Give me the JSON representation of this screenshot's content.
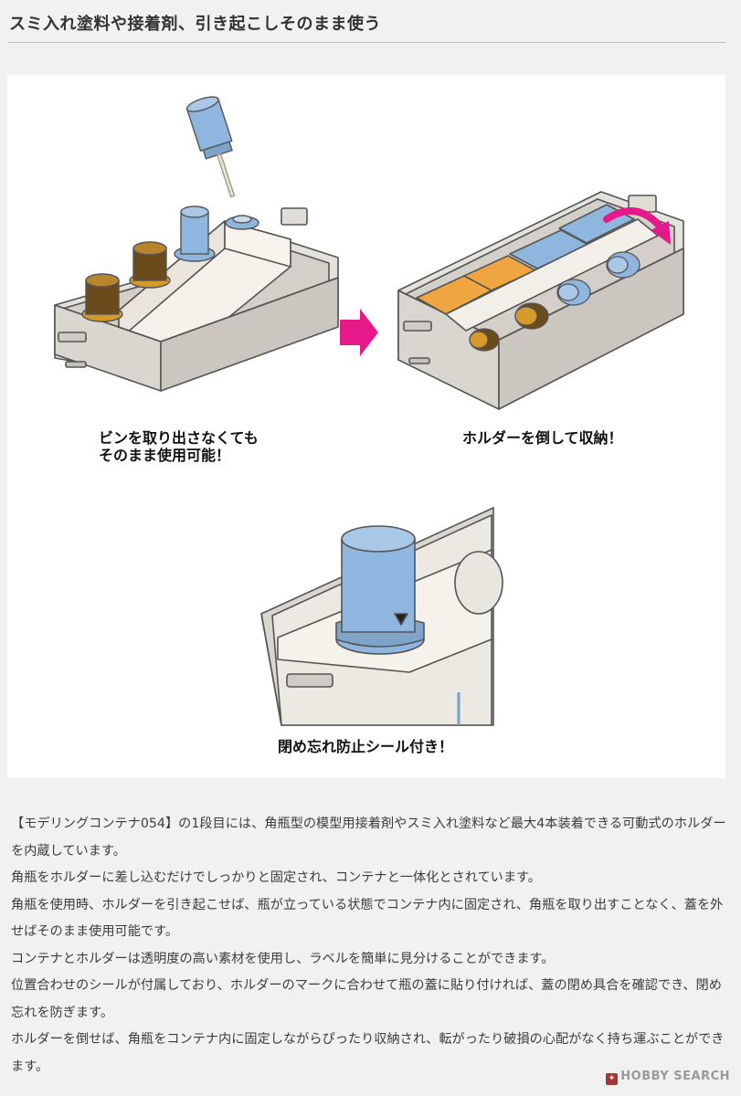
{
  "heading": "スミ入れ塗料や接着剤、引き起こしそのまま使う",
  "illustration": {
    "caption_left_line1": "ビンを取り出さなくても",
    "caption_left_line2": "そのまま使用可能！",
    "caption_right": "ホルダーを倒して収納！",
    "caption_bottom": "閉め忘れ防止シール付き！",
    "icons": [
      "container-icon",
      "bottle-icon",
      "arrow-right-icon",
      "rotate-arrow-icon"
    ],
    "colors": {
      "bottle_blue": "#8fb6de",
      "cap_orange": "#d49a2a",
      "arrow_magenta": "#e6198a",
      "container_gray": "#d9d6d0"
    }
  },
  "body": {
    "paragraphs": [
      "【モデリングコンテナ054】の1段目には、角瓶型の模型用接着剤やスミ入れ塗料など最大4本装着できる可動式のホルダーを内蔵しています。",
      "角瓶をホルダーに差し込むだけでしっかりと固定され、コンテナと一体化とされています。",
      "角瓶を使用時、ホルダーを引き起こせば、瓶が立っている状態でコンテナ内に固定され、角瓶を取り出すことなく、蓋を外せばそのまま使用可能です。",
      "コンテナとホルダーは透明度の高い素材を使用し、ラベルを簡単に見分けることができます。",
      "位置合わせのシールが付属しており、ホルダーのマークに合わせて瓶の蓋に貼り付ければ、蓋の閉め具合を確認でき、閉め忘れを防ぎます。",
      "ホルダーを倒せば、角瓶をコンテナ内に固定しながらぴったり収納され、転がったり破損の心配がなく持ち運ぶことができます。"
    ]
  },
  "footer": {
    "logo_text": "HOBBY SEARCH"
  }
}
